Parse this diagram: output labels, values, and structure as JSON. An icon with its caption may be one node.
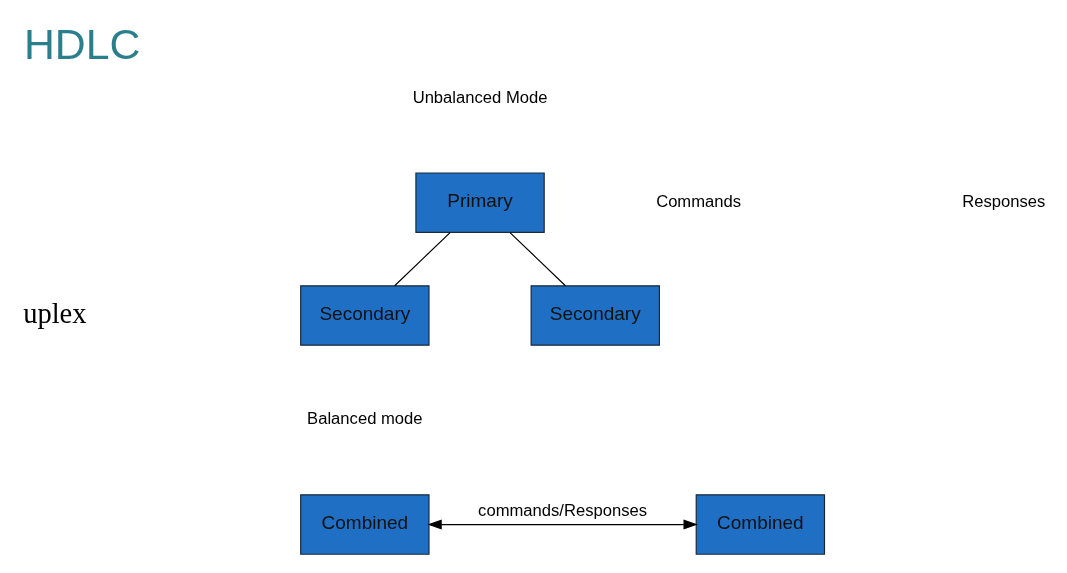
{
  "diagram": {
    "title": "HDLC",
    "nodes": [
      {
        "text": [
          "Primary"
        ]
      },
      {
        "text": [
          "Secondary"
        ]
      },
      {
        "text": [
          "Secondary"
        ]
      },
      {
        "text": [
          "Combined"
        ]
      },
      {
        "text": [
          "Combined"
        ]
      }
    ],
    "edges": [
      {
        "from": 0,
        "to": 1,
        "arrow": "none"
      },
      {
        "from": 0,
        "to": 2,
        "arrow": "none"
      },
      {
        "from": 3,
        "to": 4,
        "arrow": "both",
        "label": "commands/Responses"
      }
    ],
    "labels": [
      "Unbalanced Mode",
      "Commands",
      "Responses",
      "uplex",
      "Balanced mode"
    ]
  }
}
